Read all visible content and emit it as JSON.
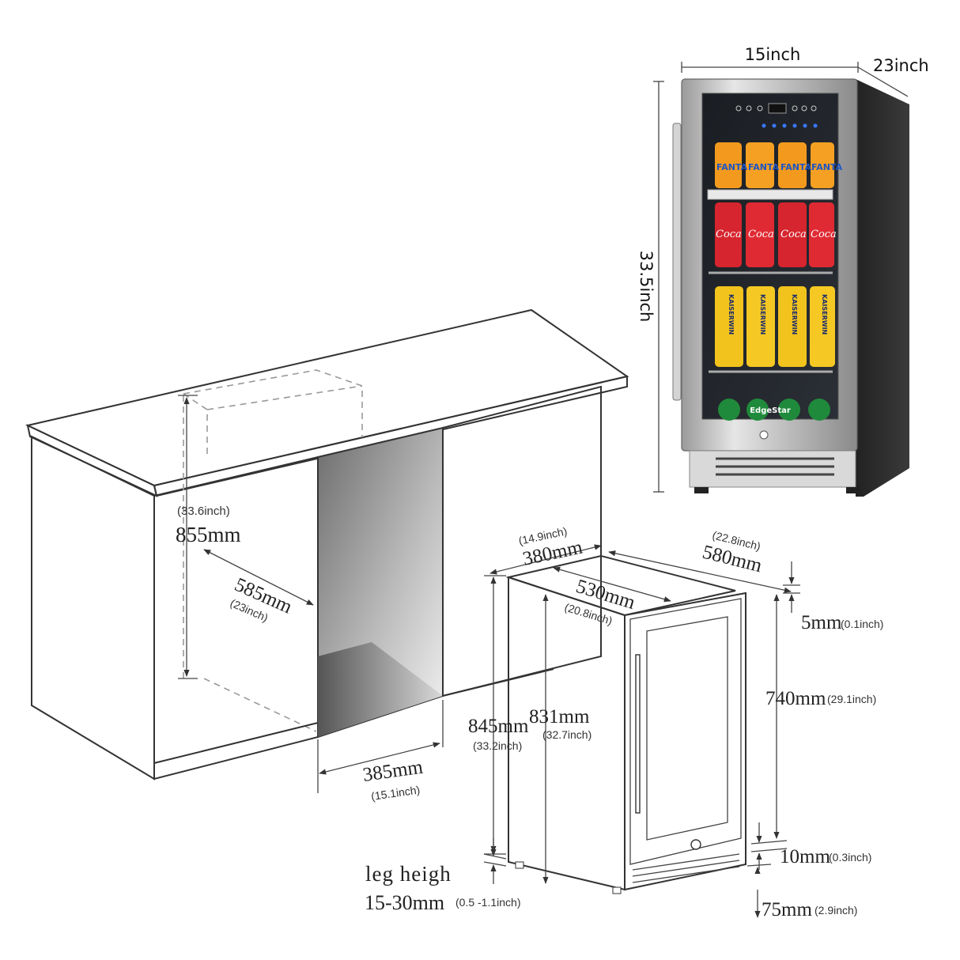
{
  "photo_dimensions": {
    "width": "15inch",
    "depth": "23inch",
    "height": "33.5inch"
  },
  "photo_logo": "EdgeStar",
  "cabinet_dimensions": {
    "height_inch": "(33.6inch)",
    "height_mm": "855mm",
    "depth_mm": "585mm",
    "depth_inch": "(23inch)",
    "width_mm": "385mm",
    "width_inch": "(15.1inch)"
  },
  "unit_dimensions": {
    "width_inch": "(14.9inch)",
    "width_mm": "380mm",
    "total_depth_inch": "(22.8inch)",
    "total_depth_mm": "580mm",
    "body_depth_mm": "530mm",
    "body_depth_inch": "(20.8inch)",
    "top_gap_mm": "5mm",
    "top_gap_inch": "(0.1inch)",
    "door_height_mm": "740mm",
    "door_height_inch": "(29.1inch)",
    "total_height_mm": "845mm",
    "total_height_inch": "(33.2inch)",
    "body_height_mm": "831mm",
    "body_height_inch": "(32.7inch)",
    "bottom_gap_mm": "10mm",
    "bottom_gap_inch": "(0.3inch)",
    "base_height_mm": "75mm",
    "base_height_inch": "(2.9inch)",
    "leg_label": "leg heigh",
    "leg_range_mm": "15-30mm",
    "leg_range_inch": "(0.5 -1.1inch)"
  },
  "can_labels": {
    "top": "FANTA",
    "middle": "Coca",
    "lower": "KAISERWIN"
  }
}
